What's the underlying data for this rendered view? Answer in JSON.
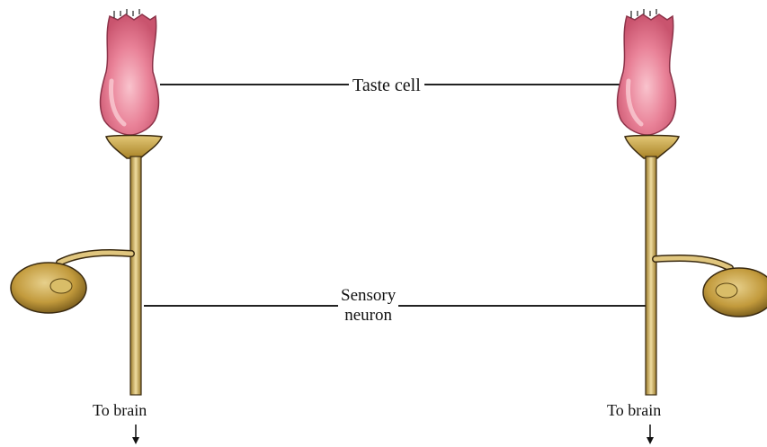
{
  "labels": {
    "taste_cell": "Taste cell",
    "sensory_neuron_line1": "Sensory",
    "sensory_neuron_line2": "neuron",
    "to_brain_left": "To brain",
    "to_brain_right": "To brain"
  },
  "colors": {
    "taste_cell": "#e46f86",
    "taste_cell_highlight": "#f7b4c1",
    "neuron_body": "#c9a64a",
    "neuron_outline": "#3a2a10",
    "neuron_fiber": "#d6bd72",
    "leader_line": "#222222"
  }
}
